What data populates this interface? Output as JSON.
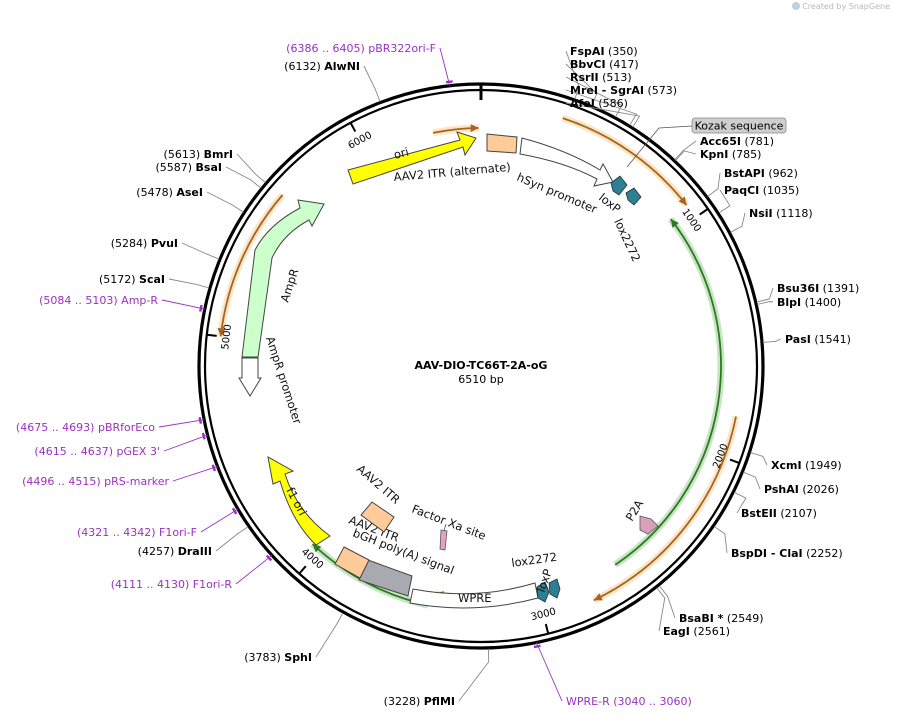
{
  "plasmid": {
    "name": "AAV-DIO-TC66T-2A-oG",
    "length_label": "6510 bp",
    "length": 6510
  },
  "watermark": "Created by SnapGene",
  "ticks": [
    {
      "bp": 1000,
      "label": "1000"
    },
    {
      "bp": 2000,
      "label": "2000"
    },
    {
      "bp": 3000,
      "label": "3000"
    },
    {
      "bp": 4000,
      "label": "4000"
    },
    {
      "bp": 5000,
      "label": "5000"
    },
    {
      "bp": 6000,
      "label": "6000"
    }
  ],
  "sites": [
    {
      "name": "FspAI",
      "pos": "(350)",
      "bp": 350
    },
    {
      "name": "BbvCI",
      "pos": "(417)",
      "bp": 417
    },
    {
      "name": "RsrII",
      "pos": "(513)",
      "bp": 513
    },
    {
      "name": "MreI  - SgrAI",
      "pos": "(573)",
      "bp": 573
    },
    {
      "name": "AfeI",
      "pos": "(586)",
      "bp": 586
    },
    {
      "name": "Acc65I",
      "pos": "(781)",
      "bp": 781
    },
    {
      "name": "KpnI",
      "pos": "(785)",
      "bp": 785
    },
    {
      "name": "BstAPI",
      "pos": "(962)",
      "bp": 962
    },
    {
      "name": "PaqCI",
      "pos": "(1035)",
      "bp": 1035
    },
    {
      "name": "NsiI",
      "pos": "(1118)",
      "bp": 1118
    },
    {
      "name": "Bsu36I",
      "pos": "(1391)",
      "bp": 1391
    },
    {
      "name": "BlpI",
      "pos": "(1400)",
      "bp": 1400
    },
    {
      "name": "PasI",
      "pos": "(1541)",
      "bp": 1541
    },
    {
      "name": "XcmI",
      "pos": "(1949)",
      "bp": 1949
    },
    {
      "name": "PshAI",
      "pos": "(2026)",
      "bp": 2026
    },
    {
      "name": "BstEII",
      "pos": "(2107)",
      "bp": 2107
    },
    {
      "name": "BspDI  - ClaI",
      "pos": "(2252)",
      "bp": 2252
    },
    {
      "name": "BsaBI *",
      "pos": "(2549)",
      "bp": 2549
    },
    {
      "name": "EagI",
      "pos": "(2561)",
      "bp": 2561
    },
    {
      "name": "PflMI",
      "pos": "(3228)",
      "bp": 3228
    },
    {
      "name": "SphI",
      "pos": "(3783)",
      "bp": 3783
    },
    {
      "name": "DraIII",
      "pos": "(4257)",
      "bp": 4257
    },
    {
      "name": "ScaI",
      "pos": "(5172)",
      "bp": 5172
    },
    {
      "name": "PvuI",
      "pos": "(5284)",
      "bp": 5284
    },
    {
      "name": "AseI",
      "pos": "(5478)",
      "bp": 5478
    },
    {
      "name": "BsaI",
      "pos": "(5587)",
      "bp": 5587
    },
    {
      "name": "BmrI",
      "pos": "(5613)",
      "bp": 5613
    },
    {
      "name": "AlwNI",
      "pos": "(6132)",
      "bp": 6132
    }
  ],
  "primers": [
    {
      "label": "(6386 .. 6405)  pBR322ori-F",
      "bp": 6395
    },
    {
      "label": "(5084 .. 5103)  Amp-R",
      "bp": 5093
    },
    {
      "label": "(4675 .. 4693)  pBRforEco",
      "bp": 4684
    },
    {
      "label": "(4615 .. 4637)  pGEX 3'",
      "bp": 4626
    },
    {
      "label": "(4496 .. 4515)  pRS-marker",
      "bp": 4505
    },
    {
      "label": "(4321 .. 4342)  F1ori-F",
      "bp": 4331
    },
    {
      "label": "(4111 .. 4130)  F1ori-R",
      "bp": 4120
    },
    {
      "label": "WPRE-R    (3040 .. 3060)",
      "bp": 3050
    }
  ],
  "features": [
    {
      "name": "ori",
      "type": "rep_origin",
      "color": "#ffff00"
    },
    {
      "name": "AmpR",
      "type": "cds",
      "color": "#ccffcc"
    },
    {
      "name": "AmpR promoter",
      "type": "promoter",
      "color": "#ffffff"
    },
    {
      "name": "f1 ori",
      "type": "rep_origin",
      "color": "#ffff00"
    },
    {
      "name": "AAV2 ITR (alternate)",
      "type": "repeat",
      "color": "#ffcc99"
    },
    {
      "name": "hSyn promoter",
      "type": "promoter",
      "color": "#ffffff"
    },
    {
      "name": "loxP",
      "type": "protein_bind",
      "color": "#2f7f93"
    },
    {
      "name": "lox2272",
      "type": "protein_bind",
      "color": "#2f7f93"
    },
    {
      "name": "Kozak sequence",
      "type": "misc",
      "color": "#cfcfcf"
    },
    {
      "name": "P2A",
      "type": "misc",
      "color": "#d9a0b8"
    },
    {
      "name": "WPRE",
      "type": "misc",
      "color": "#ffffff"
    },
    {
      "name": "bGH poly(A) signal",
      "type": "terminator",
      "color": "#a8aab0"
    },
    {
      "name": "AAV2 ITR",
      "type": "repeat",
      "color": "#ffcc99"
    },
    {
      "name": "Factor Xa site",
      "type": "misc",
      "color": "#e8a0c0"
    },
    {
      "name": "lox2272",
      "type": "protein_bind",
      "color": "#2f7f93"
    },
    {
      "name": "loxP",
      "type": "protein_bind",
      "color": "#2f7f93"
    },
    {
      "name": "AAV2 ITR",
      "type": "repeat",
      "color": "#ffcc99"
    }
  ],
  "colors": {
    "backbone": "#000000",
    "orf_orange": "#f2a33a",
    "orf_green": "#3a9e2a",
    "primer": "#9b30c0"
  }
}
